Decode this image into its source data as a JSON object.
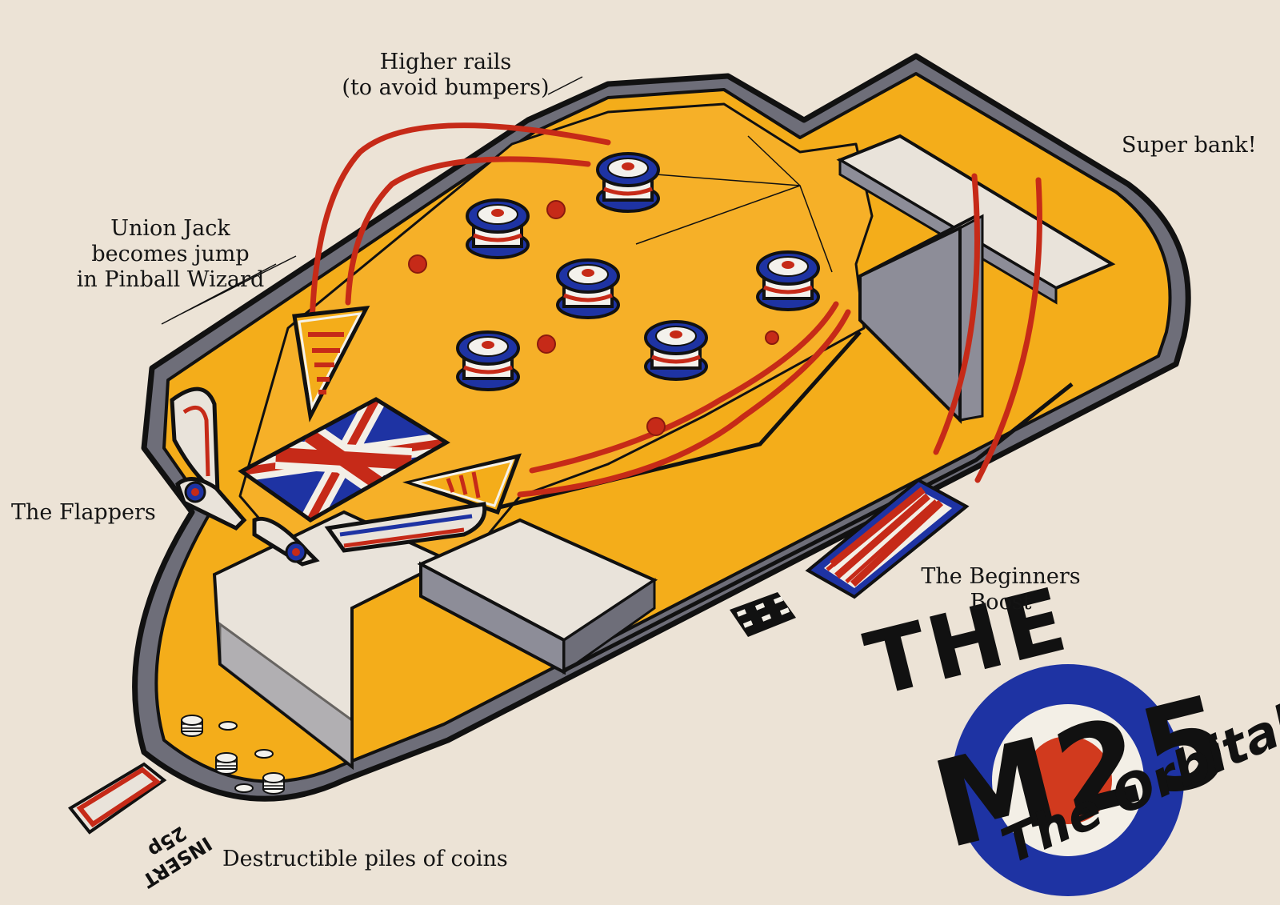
{
  "annotations": {
    "higher_rails_line1": "Higher rails",
    "higher_rails_line2": "(to avoid bumpers)",
    "super_bank": "Super bank!",
    "union_jack_line1": "Union Jack",
    "union_jack_line2": "becomes jump",
    "union_jack_line3": "in Pinball Wizard",
    "flappers": "The Flappers",
    "beginners_line1": "The Beginners",
    "beginners_line2": "Boost",
    "coins": "Destructible piles of coins"
  },
  "logo": {
    "the": "THE",
    "m25": "M25",
    "subtitle": "The Orbital"
  },
  "coin_slot": {
    "line1": "INSERT",
    "line2": "25p"
  },
  "colors": {
    "track": "#f4ad1a",
    "wall_top": "#6e6e79",
    "wall_side": "#8d8d98",
    "rail": "#c62a18",
    "blue": "#1e33a3",
    "paper": "#ece3d6",
    "inner_block": "#e9e3da"
  },
  "icons": [
    "union-jack-icon",
    "bumper-icon",
    "coin-stack-icon",
    "checkered-flag-icon",
    "mod-roundel-icon"
  ]
}
